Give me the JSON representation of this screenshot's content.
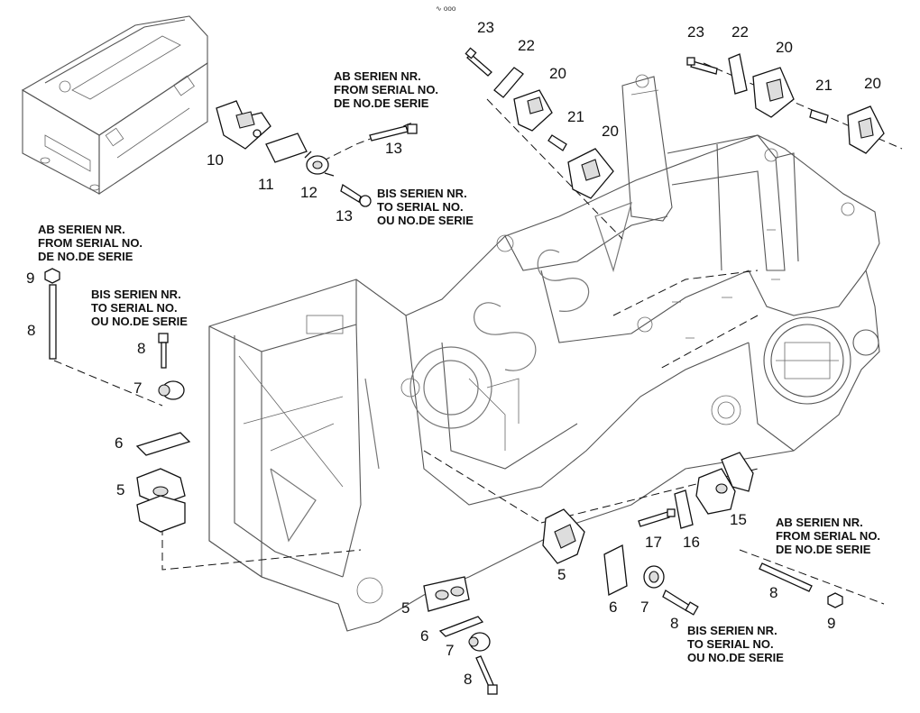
{
  "top_mark": "∿ ooo",
  "notes": {
    "from_top": {
      "l1": "AB SERIEN NR.",
      "l2": "FROM SERIAL NO.",
      "l3": "DE NO.DE SERIE"
    },
    "to_top": {
      "l1": "BIS SERIEN NR.",
      "l2": "TO SERIAL NO.",
      "l3": "OU NO.DE SERIE"
    },
    "from_left": {
      "l1": "AB SERIEN NR.",
      "l2": "FROM SERIAL NO.",
      "l3": "DE NO.DE SERIE"
    },
    "to_left": {
      "l1": "BIS SERIEN NR.",
      "l2": "TO SERIAL NO.",
      "l3": "OU NO.DE SERIE"
    },
    "from_right": {
      "l1": "AB SERIEN NR.",
      "l2": "FROM SERIAL NO.",
      "l3": "DE NO.DE SERIE"
    },
    "to_right": {
      "l1": "BIS SERIEN NR.",
      "l2": "TO SERIAL NO.",
      "l3": "OU NO.DE SERIE"
    }
  },
  "callouts": {
    "c23a": "23",
    "c22a": "22",
    "c20a": "20",
    "c21a": "21",
    "c20b": "20",
    "c23b": "23",
    "c22b": "22",
    "c20c": "20",
    "c21b": "21",
    "c20d": "20",
    "c10": "10",
    "c11": "11",
    "c12": "12",
    "c13a": "13",
    "c13b": "13",
    "c9a": "9",
    "c8a": "8",
    "c8b": "8",
    "c7a": "7",
    "c6a": "6",
    "c5a": "5",
    "c15": "15",
    "c16": "16",
    "c17": "17",
    "c5b": "5",
    "c6b": "6",
    "c7b": "7",
    "c8c": "8",
    "c8d": "8",
    "c9b": "9",
    "c5c": "5",
    "c6c": "6",
    "c7c": "7",
    "c8e": "8"
  },
  "watermark_icon": "watermark-logo"
}
